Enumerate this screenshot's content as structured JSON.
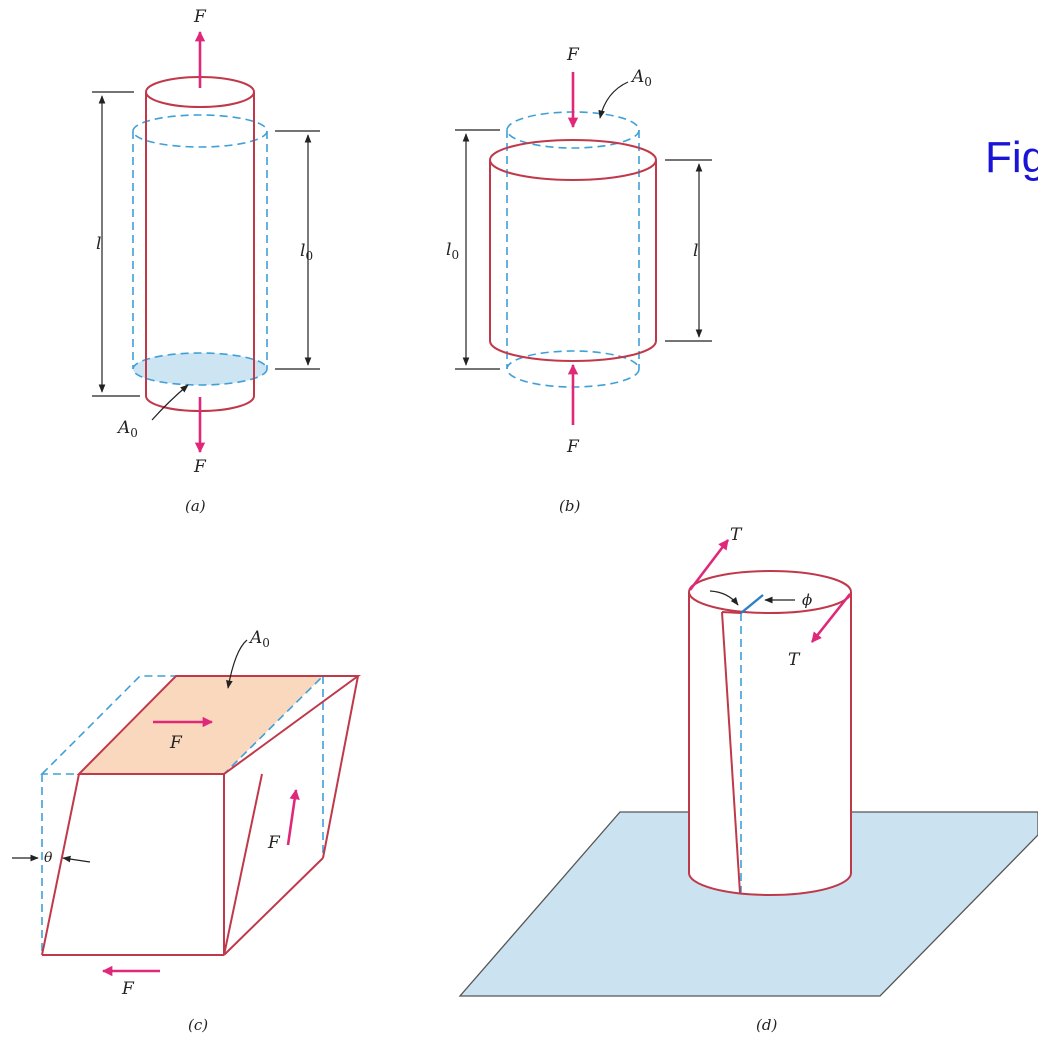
{
  "title_fragment": "Fig",
  "panels": {
    "a": {
      "caption": "(a)",
      "force_top": "F",
      "force_bottom": "F",
      "length": "l",
      "length0": "l",
      "length0_sub": "0",
      "area": "A",
      "area_sub": "0"
    },
    "b": {
      "caption": "(b)",
      "force_top": "F",
      "force_bottom": "F",
      "length": "l",
      "length0": "l",
      "length0_sub": "0",
      "area": "A",
      "area_sub": "0"
    },
    "c": {
      "caption": "(c)",
      "force_top": "F",
      "force_side": "F",
      "force_bottom": "F",
      "area": "A",
      "area_sub": "0",
      "angle": "θ"
    },
    "d": {
      "caption": "(d)",
      "torque_top": "T",
      "torque_right": "T",
      "angle": "ϕ"
    }
  },
  "colors": {
    "specimen_outline": "#c0394b",
    "original_outline": "#3fa0d8",
    "force_arrow": "#e0287a",
    "area_fill_ab": "#cde4f3",
    "area_fill_c": "#f9d8be",
    "base_plate": "#cbe3f0",
    "title": "#1a14d6"
  },
  "icons": [
    "force-arrow-icon",
    "torque-arrow-icon"
  ]
}
